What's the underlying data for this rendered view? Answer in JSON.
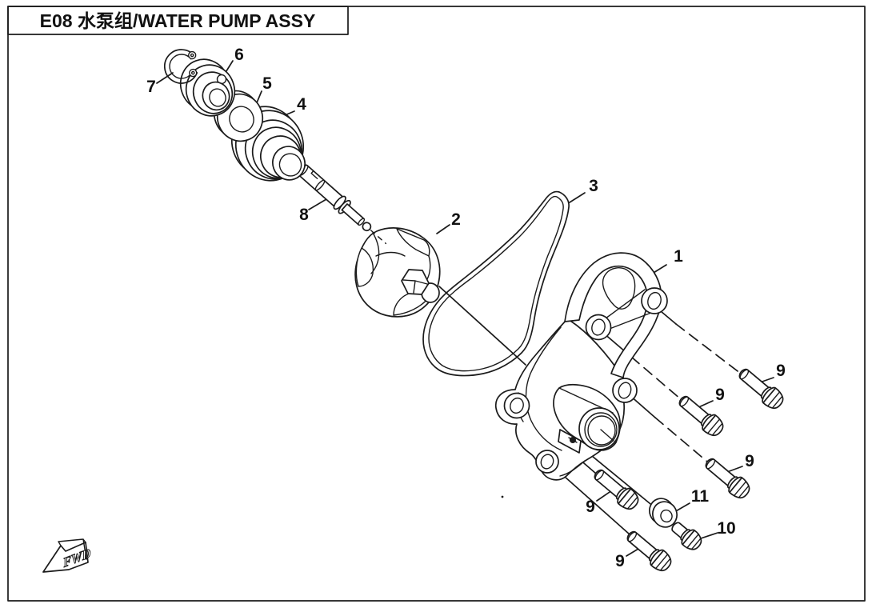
{
  "colors": {
    "background": "#ffffff",
    "line": "#1b1b1b",
    "text": "#111111"
  },
  "title_block": {
    "code_and_name": "E08  水泵组/WATER PUMP ASSY"
  },
  "direction_indicator": {
    "label": "FWD"
  },
  "callouts": [
    {
      "num": "1"
    },
    {
      "num": "2"
    },
    {
      "num": "3"
    },
    {
      "num": "4"
    },
    {
      "num": "5"
    },
    {
      "num": "6"
    },
    {
      "num": "7"
    },
    {
      "num": "8"
    },
    {
      "num": "9"
    },
    {
      "num": "9"
    },
    {
      "num": "9"
    },
    {
      "num": "9"
    },
    {
      "num": "9"
    },
    {
      "num": "10"
    },
    {
      "num": "11"
    }
  ]
}
